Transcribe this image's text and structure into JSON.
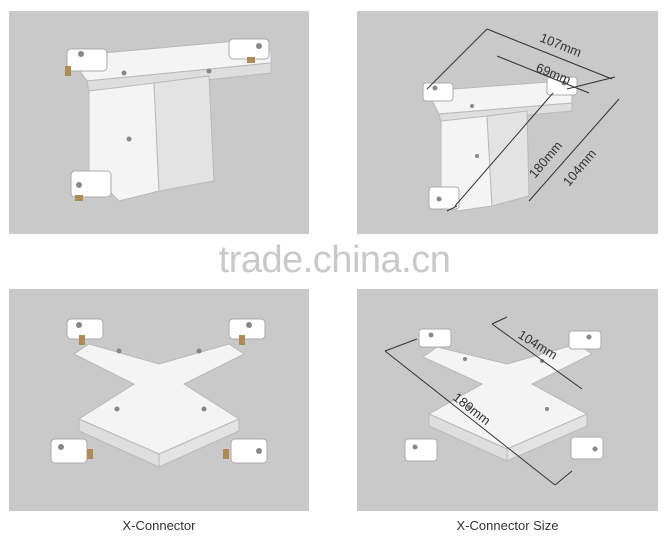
{
  "watermark": "trade.china.cn",
  "captions": {
    "x_connector": "X-Connector",
    "x_connector_size": "X-Connector Size"
  },
  "dimensions": {
    "t_connector": [
      "107mm",
      "69mm",
      "180mm",
      "104mm"
    ],
    "x_connector": [
      "104mm",
      "180mm"
    ]
  }
}
